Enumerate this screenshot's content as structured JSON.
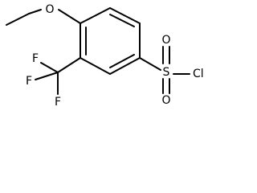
{
  "molecule": {
    "atoms": {
      "ether_oxygen": "O",
      "fluorine_upper": "F",
      "fluorine_left": "F",
      "fluorine_lower": "F",
      "sulfur": "S",
      "sulfonyl_oxygen_upper": "O",
      "sulfonyl_oxygen_lower": "O",
      "chlorine": "Cl"
    }
  }
}
